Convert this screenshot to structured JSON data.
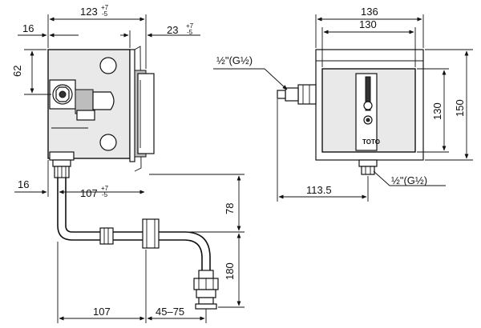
{
  "side_view": {
    "dims": {
      "width_top": "123",
      "width_top_tol": "+7\n-5",
      "left_offset_top": "16",
      "right_offset": "23",
      "right_offset_tol": "+7\n-5",
      "height_62": "62",
      "left_offset_bottom": "16",
      "width_bottom": "107",
      "width_bottom_tol": "+7\n-5",
      "height_78": "78",
      "height_180": "180",
      "base_107": "107",
      "range_45_75": "45–75"
    }
  },
  "front_view": {
    "dims": {
      "width_136": "136",
      "width_130": "130",
      "height_150": "150",
      "height_130": "130",
      "offset_113_5": "113.5"
    },
    "thread_left": "½\"(G½)",
    "thread_bottom": "½\"(G½)",
    "brand_label": "TOTO"
  }
}
